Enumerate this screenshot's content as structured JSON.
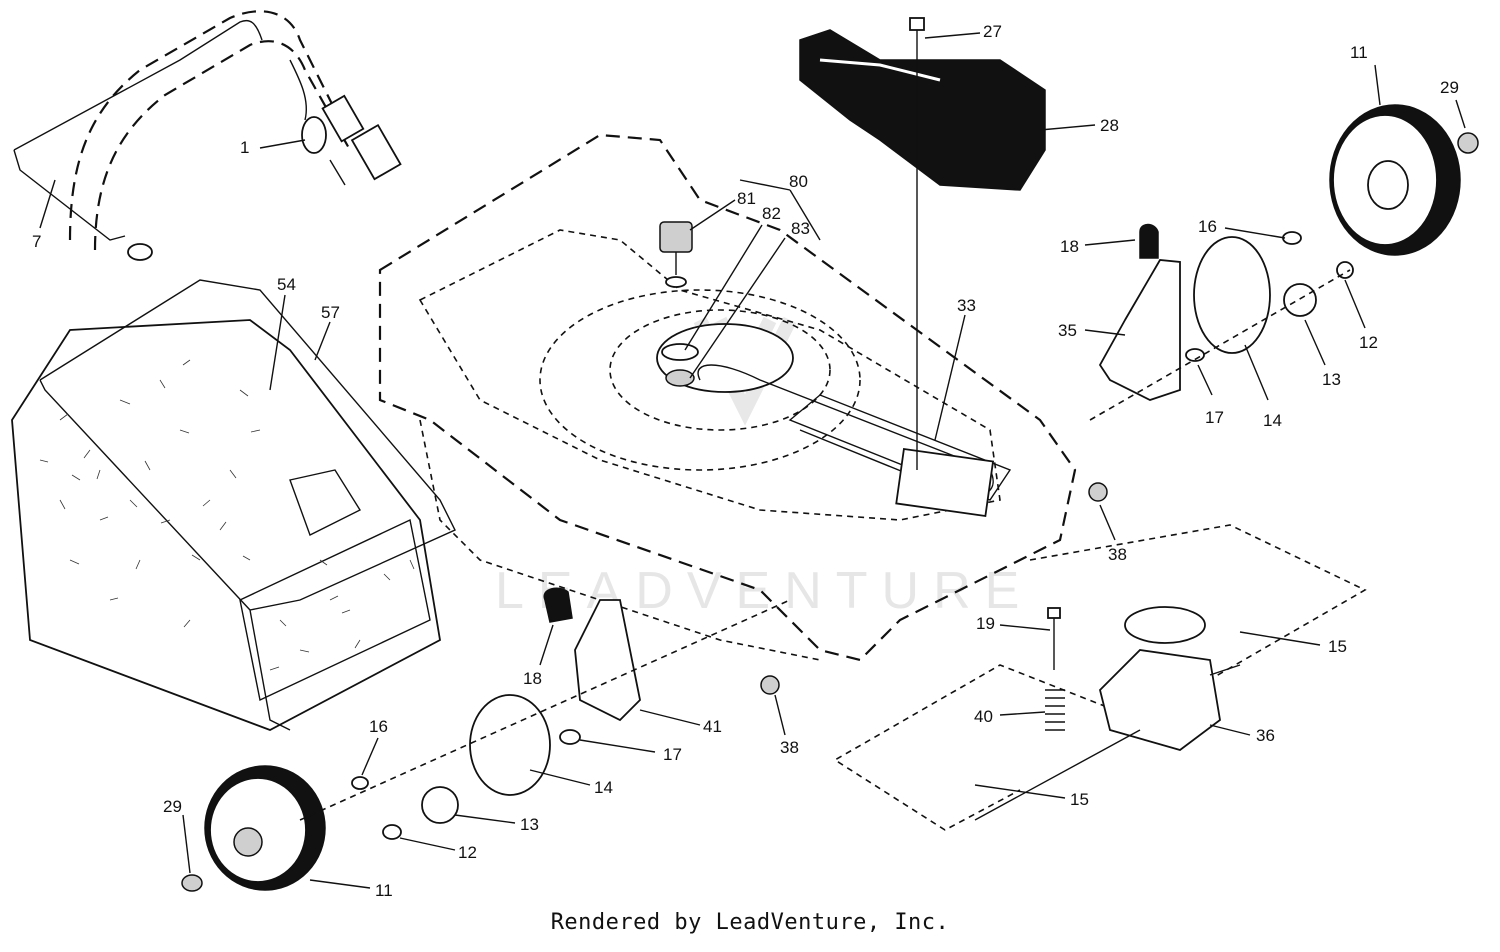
{
  "footer_text": "Rendered by LeadVenture, Inc.",
  "watermark_text": "LEADVENTURE",
  "callouts": {
    "c1": "1",
    "c7": "7",
    "c54": "54",
    "c57": "57",
    "c27": "27",
    "c28": "28",
    "c80": "80",
    "c81": "81",
    "c82": "82",
    "c83": "83",
    "c33": "33",
    "c11_top": "11",
    "c29_top": "29",
    "c16_top": "16",
    "c18_top": "18",
    "c35": "35",
    "c12_top": "12",
    "c13_top": "13",
    "c17_top": "17",
    "c14_top": "14",
    "c38_top": "38",
    "c19": "19",
    "c15_top": "15",
    "c40": "40",
    "c36": "36",
    "c15_bottom": "15",
    "c18_bottom": "18",
    "c41": "41",
    "c38_bottom": "38",
    "c16_bottom": "16",
    "c17_bottom": "17",
    "c14_bottom": "14",
    "c13_bottom": "13",
    "c29_bottom": "29",
    "c12_bottom": "12",
    "c11_bottom": "11"
  },
  "colors": {
    "ink": "#111111",
    "paper": "#ffffff",
    "watermark": "#e4e4e4"
  }
}
